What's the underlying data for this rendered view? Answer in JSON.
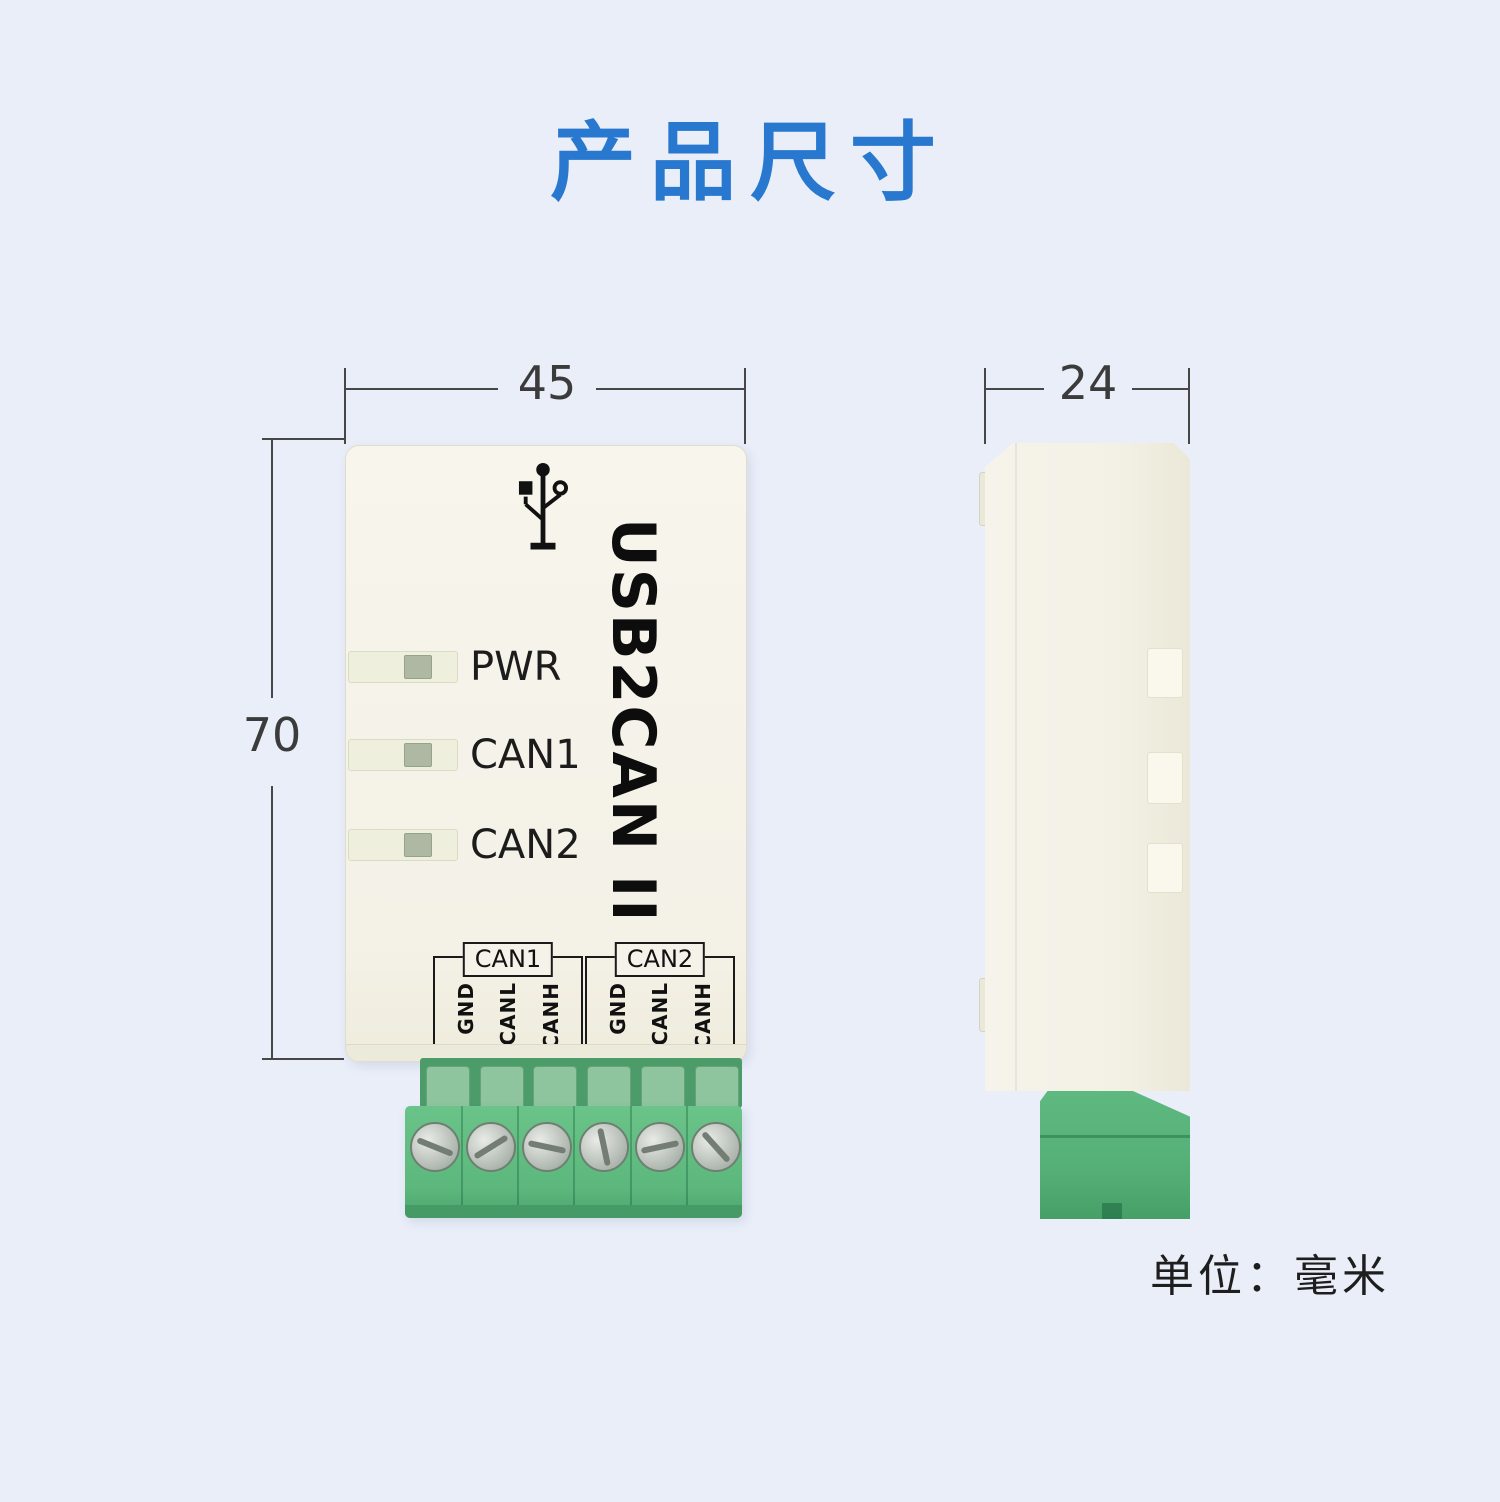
{
  "page": {
    "title": "产品尺寸",
    "unit_note": "单位：毫米",
    "background_color": "#e9eef9",
    "title_color": "#2878cf"
  },
  "dimensions": {
    "front_width": "45",
    "front_height": "70",
    "side_depth": "24"
  },
  "device": {
    "model": "USB2CAN II",
    "icons": {
      "usb": "usb-trident-icon"
    },
    "leds": [
      "PWR",
      "CAN1",
      "CAN2"
    ],
    "ports": [
      {
        "name": "CAN1",
        "pins": [
          "GND",
          "CANL",
          "CANH"
        ]
      },
      {
        "name": "CAN2",
        "pins": [
          "GND",
          "CANL",
          "CANH"
        ]
      }
    ],
    "enclosure_color": "#f5f3e9",
    "terminal_color": "#5eb980",
    "led_window_color": "#eef0dd"
  }
}
